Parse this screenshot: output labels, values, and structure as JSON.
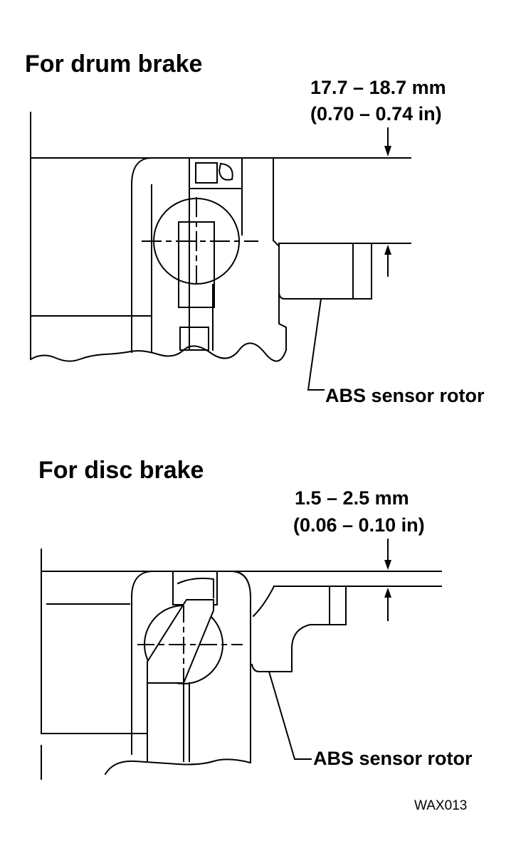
{
  "drum": {
    "title": "For drum brake",
    "dim_mm": "17.7 – 18.7 mm",
    "dim_in": "(0.70 – 0.74 in)",
    "callout": "ABS sensor rotor"
  },
  "disc": {
    "title": "For disc brake",
    "dim_mm": "1.5 – 2.5 mm",
    "dim_in": "(0.06 – 0.10 in)",
    "callout": "ABS sensor rotor"
  },
  "figure_code": "WAX013"
}
